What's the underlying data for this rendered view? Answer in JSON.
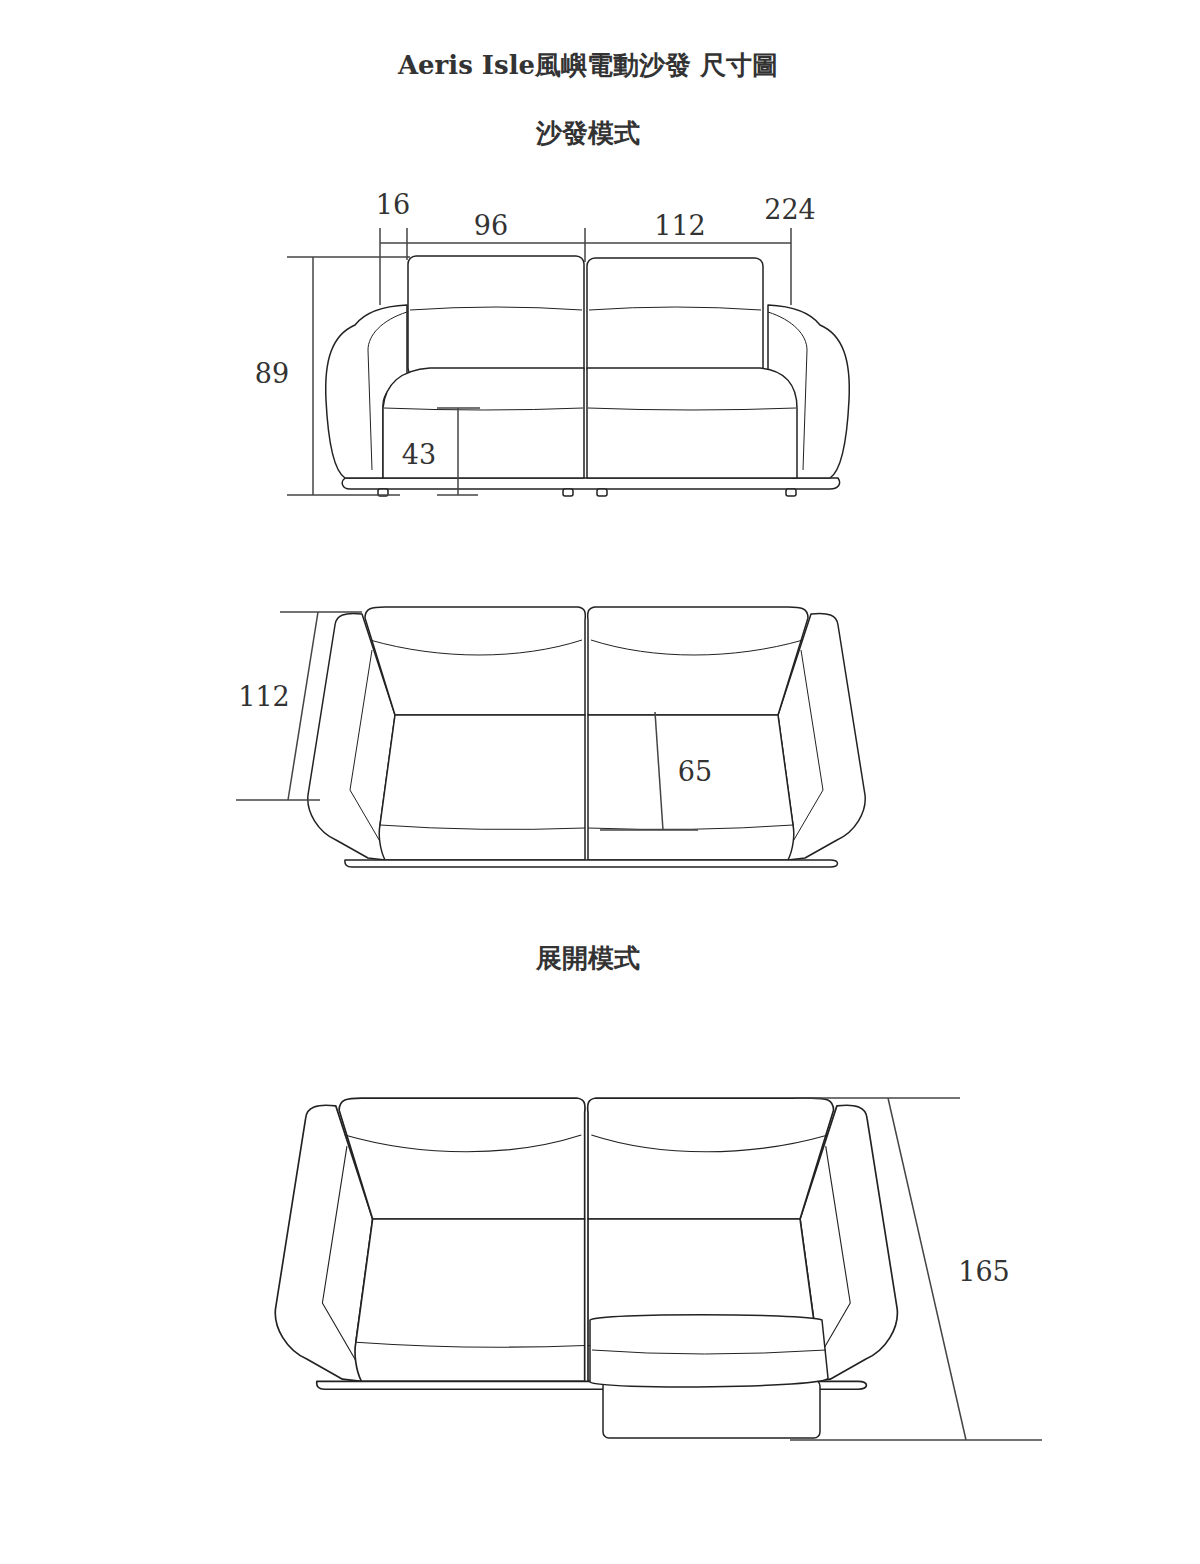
{
  "diagram": {
    "title": "Aeris Isle風嶼電動沙發 尺寸圖",
    "labels": [
      "沙發模式",
      "16",
      "96",
      "112",
      "224",
      "89",
      "43",
      "112",
      "65",
      "展開模式",
      "165"
    ]
  }
}
